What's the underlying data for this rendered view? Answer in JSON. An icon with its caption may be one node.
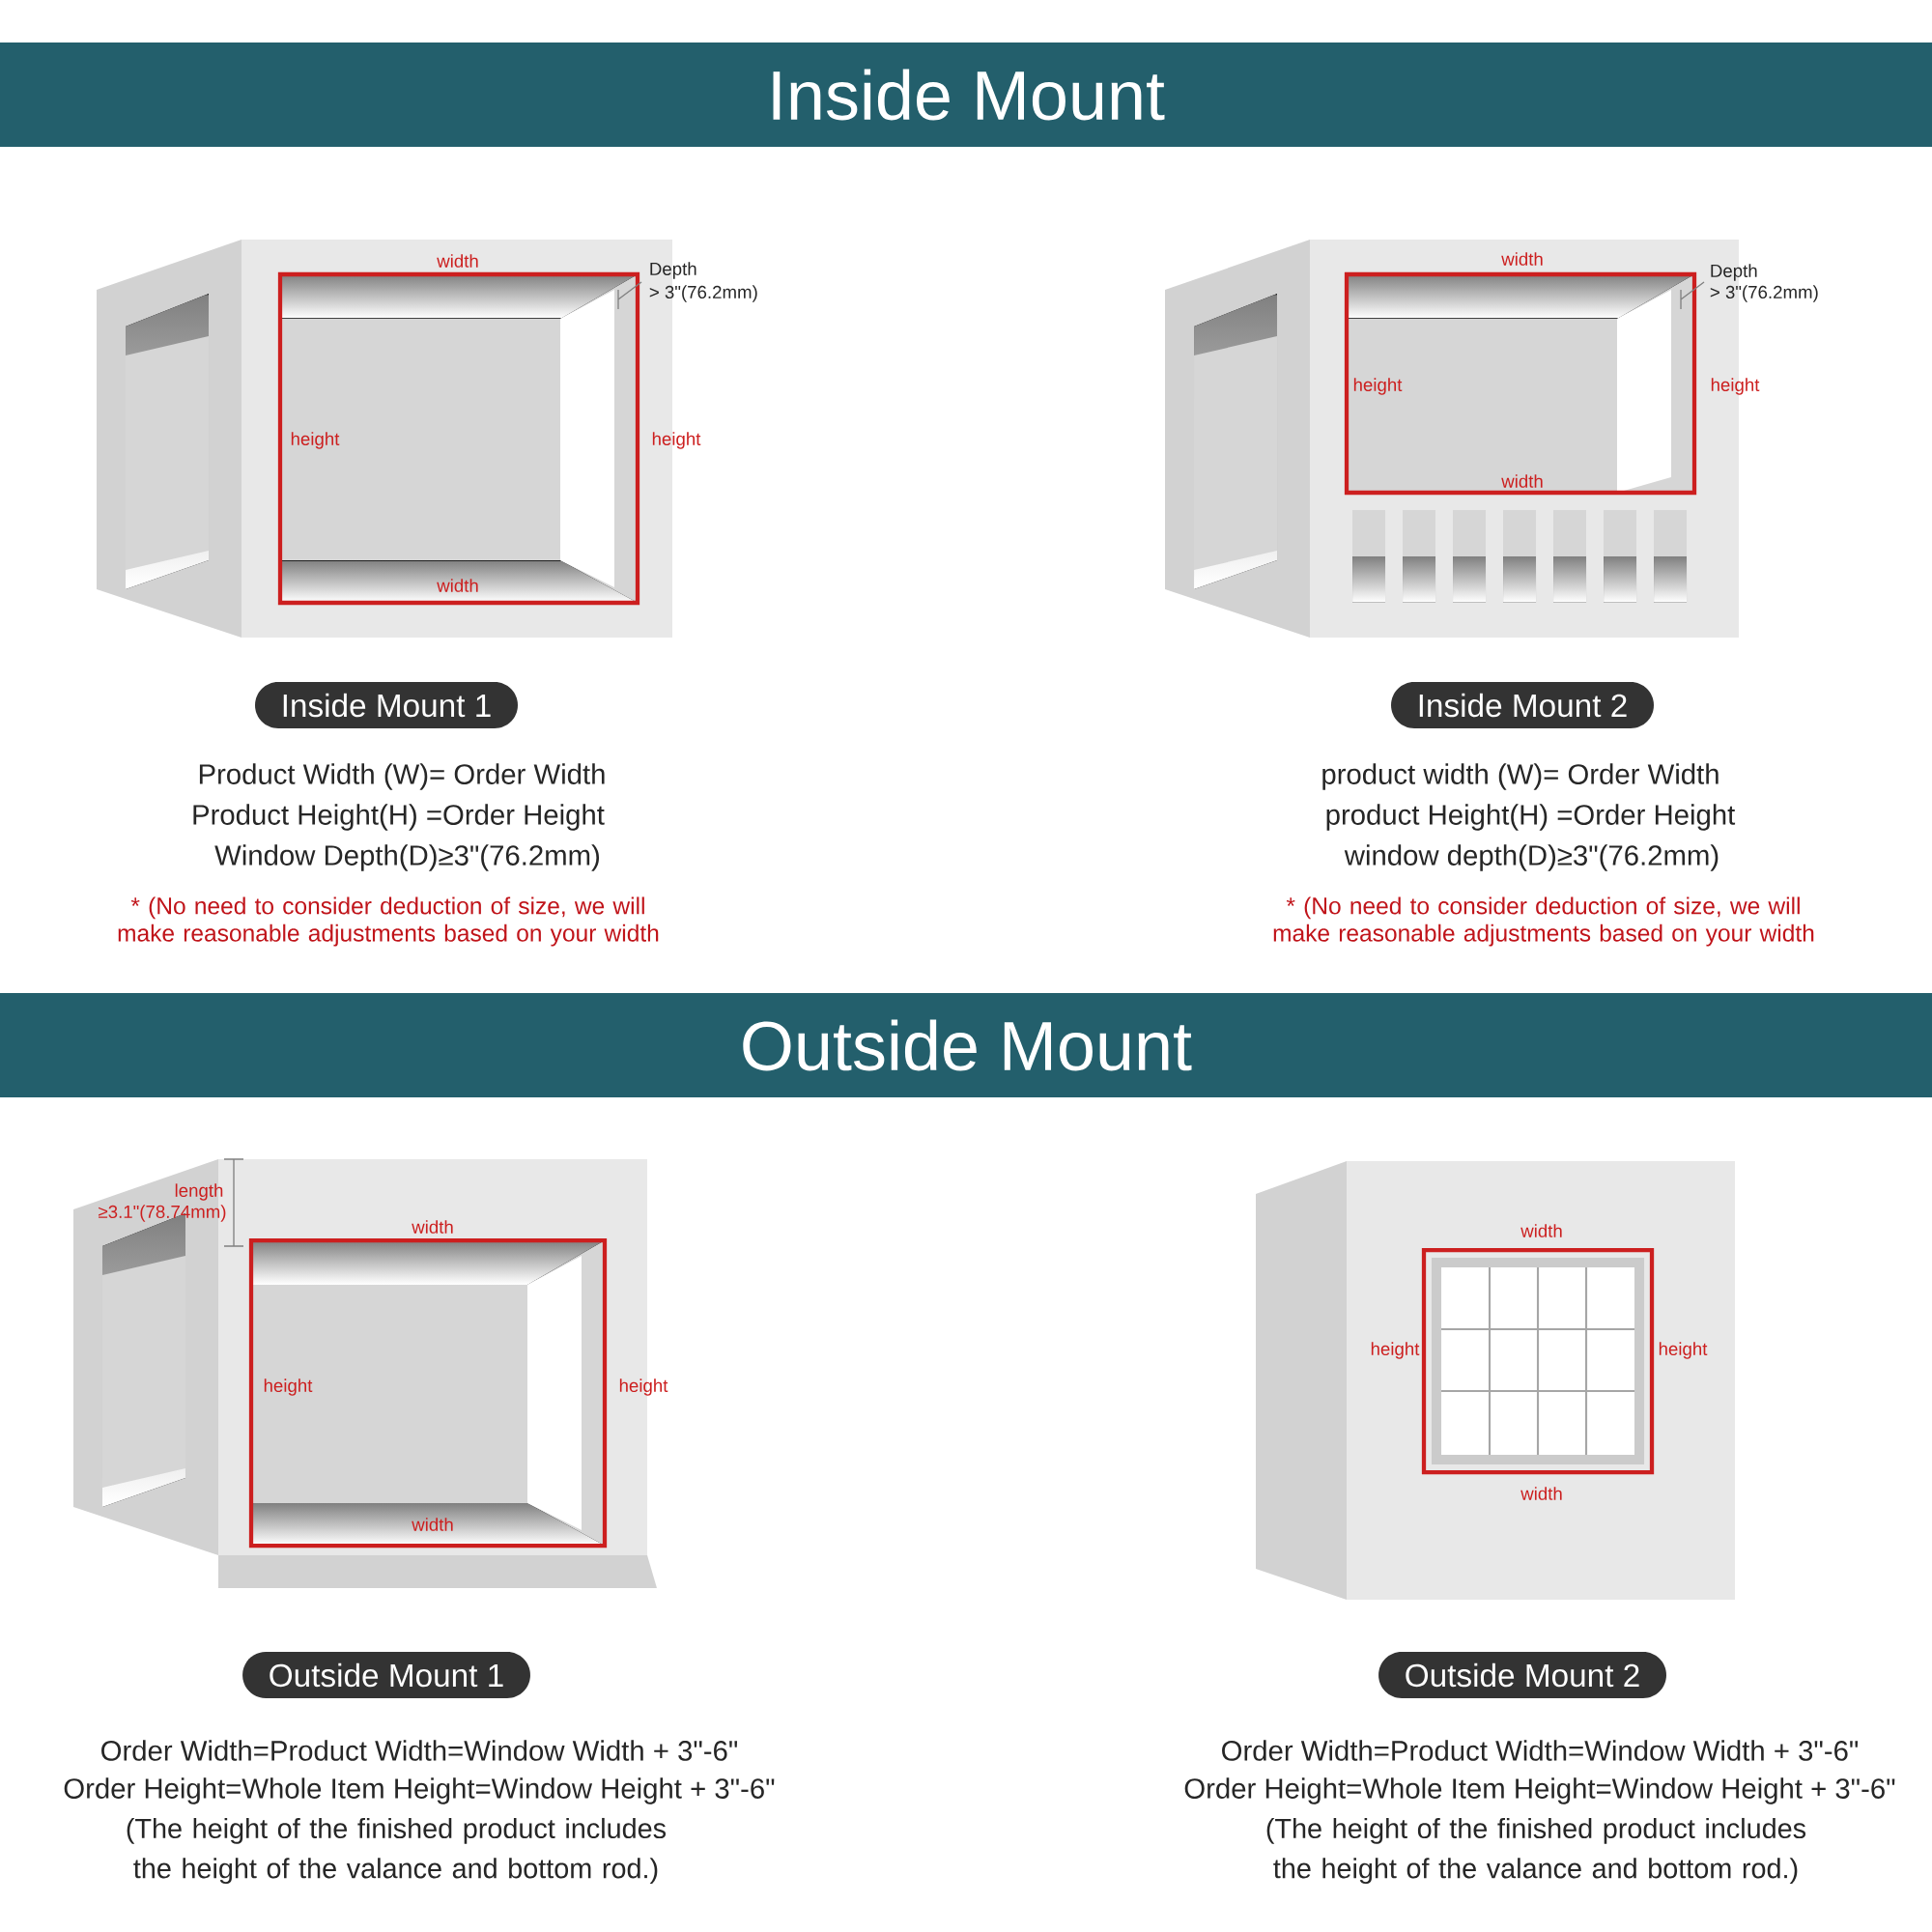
{
  "diagram": {
    "nodes": [
      {
        "text": [
          "Inside Mount"
        ]
      },
      {
        "text": [
          "Inside Mount 1"
        ]
      },
      {
        "text": [
          "Inside Mount 2"
        ]
      },
      {
        "text": [
          "Outside Mount"
        ]
      },
      {
        "text": [
          "Outside Mount 1"
        ]
      },
      {
        "text": [
          "Outside Mount 2"
        ]
      }
    ],
    "labels": [
      "width",
      "Depth",
      "> 3\"(76.2mm)",
      "height",
      "height",
      "width",
      "Product Width (W)= Order Width",
      "Product Height(H) =Order Height",
      "Window Depth(D)≥3\"(76.2mm)",
      "* (No need to consider deduction of size, we will make reasonable adjustments based on your width",
      "width",
      "Depth",
      "> 3\"(76.2mm)",
      "height",
      "height",
      "width",
      "product width (W)= Order Width",
      "product Height(H) =Order Height",
      "window depth(D)≥3\"(76.2mm)",
      "* (No need to consider deduction of size, we will make reasonable adjustments based on your width",
      "length",
      "≥3.1\"(78.74mm)",
      "width",
      "height",
      "height",
      "width",
      "Order Width=Product Width=Window Width + 3\"-6\"",
      "Order Height=Whole Item Height=Window Height + 3\"-6\"",
      "(The height of the finished product includes the height of the valance and bottom rod.)",
      "width",
      "height",
      "height",
      "width",
      "Order Width=Product Width=Window Width + 3\"-6\"",
      "Order Height=Whole Item Height=Window Height + 3\"-6\"",
      "(The height of the finished product includes the height of the valance and bottom rod.)"
    ]
  }
}
